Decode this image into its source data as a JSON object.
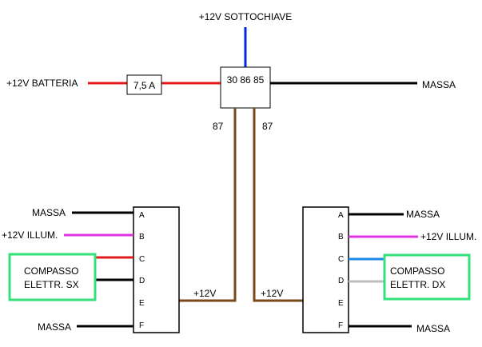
{
  "labels": {
    "ignition": "+12V SOTTOCHIAVE",
    "battery": "+12V BATTERIA",
    "fuse": "7,5 A",
    "relay_pins": "30 86 85",
    "ground_top": "MASSA",
    "relay_out_left": "87",
    "relay_out_right": "87",
    "supply_left": "+12V",
    "supply_right": "+12V"
  },
  "left_connector": {
    "pins": [
      "A",
      "B",
      "C",
      "D",
      "E",
      "F"
    ],
    "ground_a": "MASSA",
    "illum": "+12V ILLUM.",
    "ground_f": "MASSA",
    "module_line1": "COMPASSO",
    "module_line2": "ELETTR. SX"
  },
  "right_connector": {
    "pins": [
      "A",
      "B",
      "C",
      "D",
      "E",
      "F"
    ],
    "ground_a": "MASSA",
    "illum": "+12V ILLUM.",
    "ground_f": "MASSA",
    "module_line1": "COMPASSO",
    "module_line2": "ELETTR. DX"
  },
  "colors": {
    "red_wire": "#e01b1b",
    "blue_wire": "#0026e6",
    "black_wire": "#000000",
    "brown_wire": "#7a4a1a",
    "magenta_wire": "#e033e0",
    "cyan_wire": "#1e88e5",
    "grey_wire": "#bdbdbd",
    "module_border": "#33e07a"
  }
}
